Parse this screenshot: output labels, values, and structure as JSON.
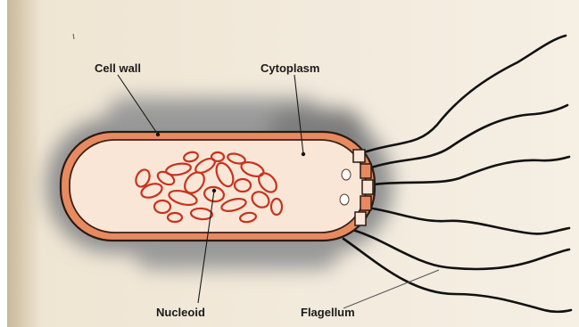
{
  "labels": {
    "cell_wall": "Cell wall",
    "cytoplasm": "Cytoplasm",
    "nucleoid": "Nucleoid",
    "flagellum": "Flagellum"
  },
  "colors": {
    "page": "#f3ece0",
    "halo": "#8a8a8a",
    "cell_wall": "#e88a60",
    "cytoplasm": "#f9e6d6",
    "nucleoid_strand": "#c8321e",
    "outline": "#2a1a14",
    "flagella": "#111111"
  },
  "icons": {
    "cell": "rod-shaped-bacterium-icon",
    "nucleoid": "coiled-dna-icon",
    "flagella": "flagella-icon"
  }
}
